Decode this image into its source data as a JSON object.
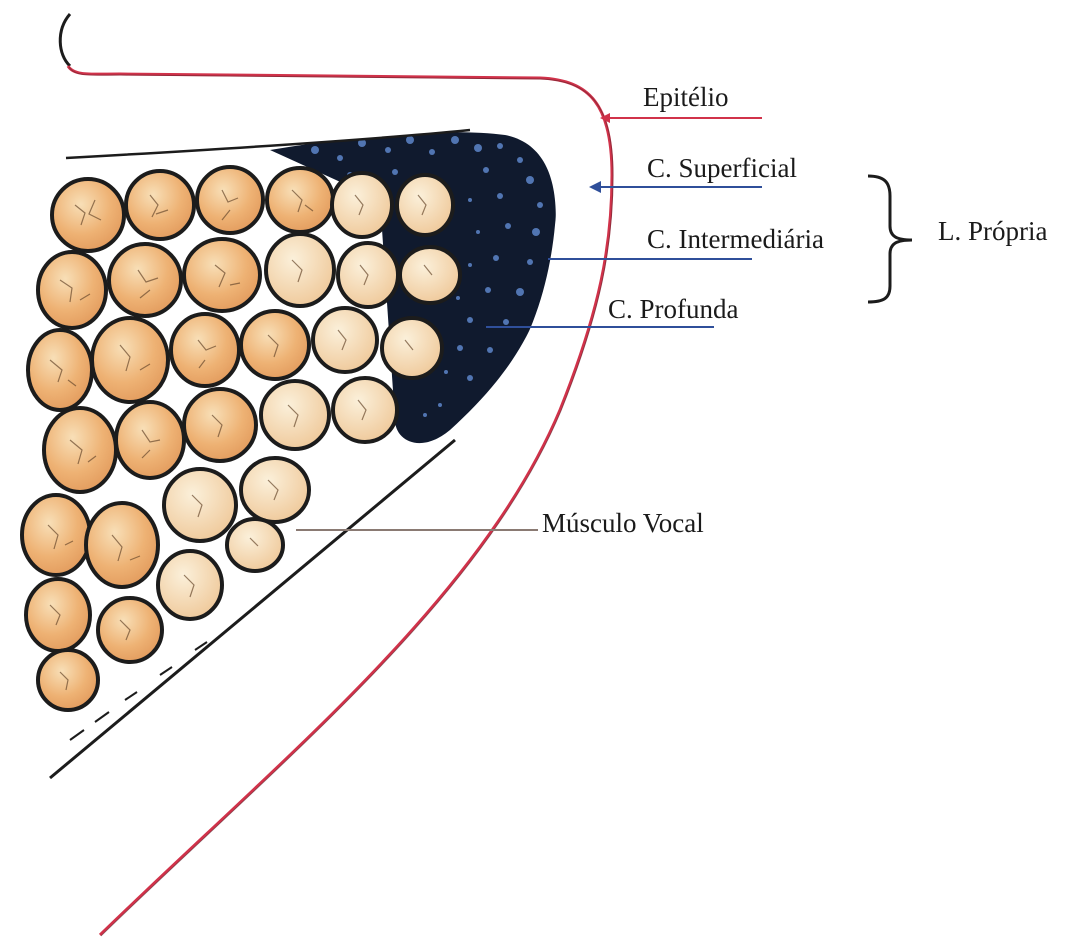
{
  "labels": {
    "epitelio": "Epitélio",
    "superficial": "C. Superficial",
    "intermediaria": "C. Intermediária",
    "profunda": "C. Profunda",
    "propria": "L. Própria",
    "musculo": "Músculo Vocal"
  },
  "colors": {
    "epithelium_line": "#d1324a",
    "layer_lines": "#2f4f9a",
    "muscle_line": "#8a7a73",
    "muscle_fill": "#e9a463",
    "muscle_light": "#f3d4a6",
    "deep_layer": "#101a2e",
    "dots": "#5d86c9",
    "outline": "#1c1c1c"
  },
  "icons": [
    "arrow-head-icon",
    "curly-brace-icon"
  ]
}
